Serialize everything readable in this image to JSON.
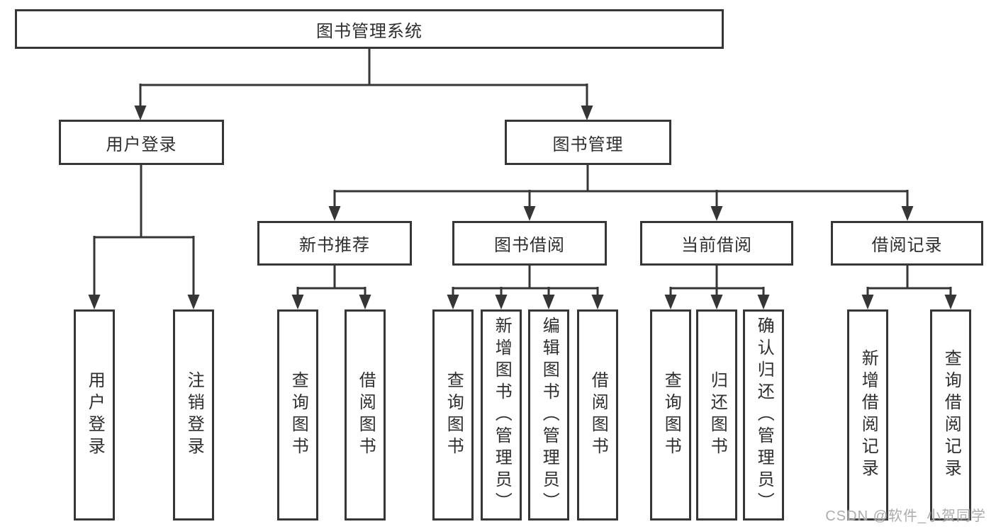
{
  "tree": {
    "label": "图书管理系统",
    "children": [
      {
        "label": "用户登录",
        "children": [
          {
            "label": "用户登录"
          },
          {
            "label": "注销登录"
          }
        ]
      },
      {
        "label": "图书管理",
        "children": [
          {
            "label": "新书推荐",
            "children": [
              {
                "label": "查询图书"
              },
              {
                "label": "借阅图书"
              }
            ]
          },
          {
            "label": "图书借阅",
            "children": [
              {
                "label": "查询图书"
              },
              {
                "label": "新增图书（管理员）"
              },
              {
                "label": "编辑图书（管理员）"
              },
              {
                "label": "借阅图书"
              }
            ]
          },
          {
            "label": "当前借阅",
            "children": [
              {
                "label": "查询图书"
              },
              {
                "label": "归还图书"
              },
              {
                "label": "确认归还（管理员）"
              }
            ]
          },
          {
            "label": "借阅记录",
            "children": [
              {
                "label": "新增借阅记录"
              },
              {
                "label": "查询借阅记录"
              }
            ]
          }
        ]
      }
    ]
  },
  "watermark": "CSDN @软件_小贺同学",
  "colors": {
    "line": "#363636",
    "box_border": "#363636",
    "box_fill": "#ffffff",
    "background": "#ffffff",
    "watermark_text": "#9e9e9e"
  }
}
